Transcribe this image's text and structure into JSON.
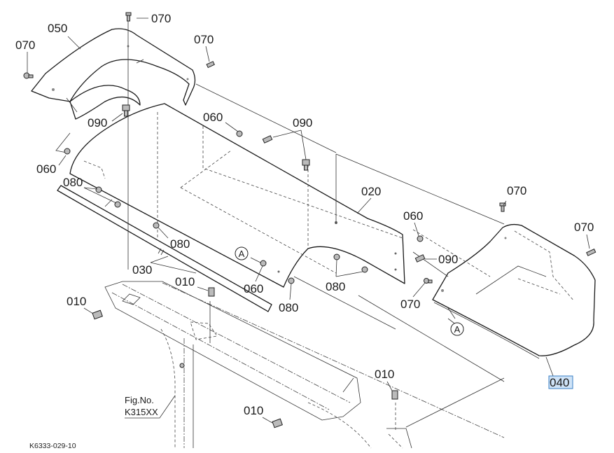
{
  "diagram": {
    "type": "exploded-parts-diagram",
    "callouts": [
      {
        "id": "c050",
        "label": "050"
      },
      {
        "id": "c070a",
        "label": "070"
      },
      {
        "id": "c070b",
        "label": "070"
      },
      {
        "id": "c070c",
        "label": "070"
      },
      {
        "id": "c090a",
        "label": "090"
      },
      {
        "id": "c060a",
        "label": "060"
      },
      {
        "id": "c090b",
        "label": "090"
      },
      {
        "id": "c060b",
        "label": "060"
      },
      {
        "id": "c080a",
        "label": "080"
      },
      {
        "id": "c020",
        "label": "020"
      },
      {
        "id": "c070d",
        "label": "070"
      },
      {
        "id": "c070e",
        "label": "070"
      },
      {
        "id": "c060c",
        "label": "060"
      },
      {
        "id": "c090c",
        "label": "090"
      },
      {
        "id": "c080b",
        "label": "080"
      },
      {
        "id": "c030",
        "label": "030"
      },
      {
        "id": "c060d",
        "label": "060"
      },
      {
        "id": "c080c",
        "label": "080"
      },
      {
        "id": "c080d",
        "label": "080"
      },
      {
        "id": "c070f",
        "label": "070"
      },
      {
        "id": "c010a",
        "label": "010"
      },
      {
        "id": "c010b",
        "label": "010"
      },
      {
        "id": "c010c",
        "label": "010"
      },
      {
        "id": "c010d",
        "label": "010"
      },
      {
        "id": "c040",
        "label": "040",
        "highlighted": true
      }
    ],
    "reference_marks": [
      {
        "id": "refA1",
        "label": "A"
      },
      {
        "id": "refA2",
        "label": "A"
      }
    ],
    "figure_ref": {
      "line1": "Fig.No.",
      "line2": "K315XX"
    },
    "drawing_number": "K6333-029-10",
    "highlight_color": "#cfe3f7"
  }
}
